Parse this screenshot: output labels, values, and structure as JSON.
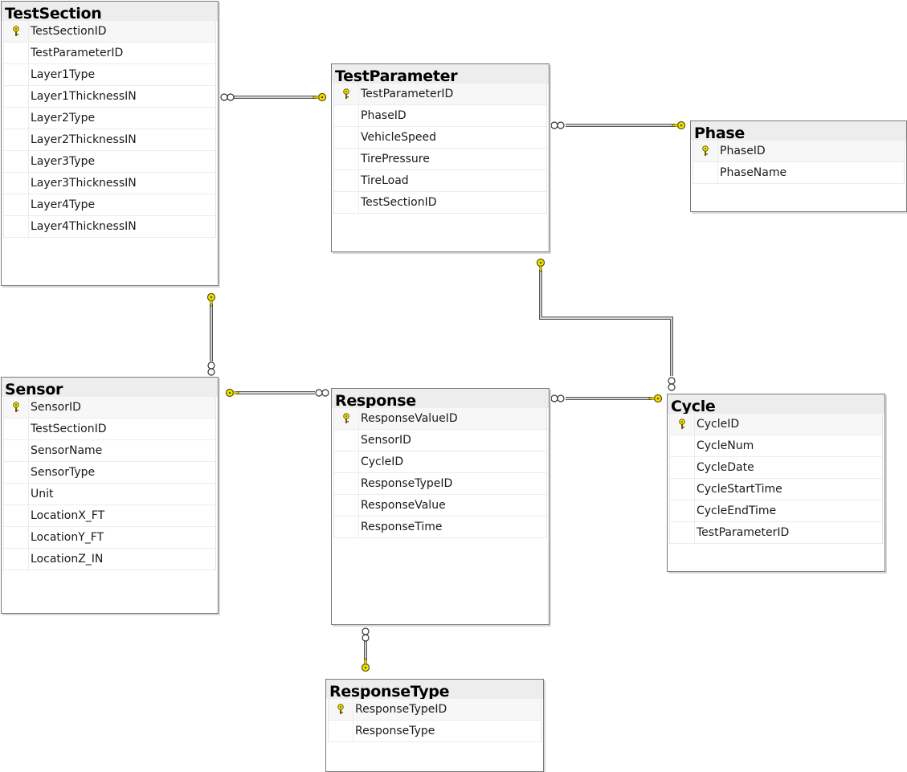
{
  "colors": {
    "key_yellow": "#f2e600",
    "line": "#555555",
    "header_bg": "#ededed"
  },
  "tables": {
    "TestSection": {
      "title": "TestSection",
      "columns": [
        {
          "name": "TestSectionID",
          "pk": true
        },
        {
          "name": "TestParameterID"
        },
        {
          "name": "Layer1Type"
        },
        {
          "name": "Layer1ThicknessIN"
        },
        {
          "name": "Layer2Type"
        },
        {
          "name": "Layer2ThicknessIN"
        },
        {
          "name": "Layer3Type"
        },
        {
          "name": "Layer3ThicknessIN"
        },
        {
          "name": "Layer4Type"
        },
        {
          "name": "Layer4ThicknessIN"
        }
      ]
    },
    "TestParameter": {
      "title": "TestParameter",
      "columns": [
        {
          "name": "TestParameterID",
          "pk": true
        },
        {
          "name": "PhaseID"
        },
        {
          "name": "VehicleSpeed"
        },
        {
          "name": "TirePressure"
        },
        {
          "name": "TireLoad"
        },
        {
          "name": "TestSectionID"
        }
      ]
    },
    "Phase": {
      "title": "Phase",
      "columns": [
        {
          "name": "PhaseID",
          "pk": true
        },
        {
          "name": "PhaseName"
        }
      ]
    },
    "Sensor": {
      "title": "Sensor",
      "columns": [
        {
          "name": "SensorID",
          "pk": true
        },
        {
          "name": "TestSectionID"
        },
        {
          "name": "SensorName"
        },
        {
          "name": "SensorType"
        },
        {
          "name": "Unit"
        },
        {
          "name": "LocationX_FT"
        },
        {
          "name": "LocationY_FT"
        },
        {
          "name": "LocationZ_IN"
        }
      ]
    },
    "Response": {
      "title": "Response",
      "columns": [
        {
          "name": "ResponseValueID",
          "pk": true
        },
        {
          "name": "SensorID"
        },
        {
          "name": "CycleID"
        },
        {
          "name": "ResponseTypeID"
        },
        {
          "name": "ResponseValue"
        },
        {
          "name": "ResponseTime"
        }
      ]
    },
    "Cycle": {
      "title": "Cycle",
      "columns": [
        {
          "name": "CycleID",
          "pk": true
        },
        {
          "name": "CycleNum"
        },
        {
          "name": "CycleDate"
        },
        {
          "name": "CycleStartTime"
        },
        {
          "name": "CycleEndTime"
        },
        {
          "name": "TestParameterID"
        }
      ]
    },
    "ResponseType": {
      "title": "ResponseType",
      "columns": [
        {
          "name": "ResponseTypeID",
          "pk": true
        },
        {
          "name": "ResponseType"
        }
      ]
    }
  },
  "relationships": [
    {
      "many": "TestSection",
      "one": "TestParameter"
    },
    {
      "many": "TestParameter",
      "one": "Phase"
    },
    {
      "many": "Sensor",
      "one": "TestSection"
    },
    {
      "many": "Response",
      "one": "Sensor"
    },
    {
      "many": "Response",
      "one": "Cycle"
    },
    {
      "many": "Cycle",
      "one": "TestParameter"
    },
    {
      "many": "Response",
      "one": "ResponseType"
    }
  ]
}
